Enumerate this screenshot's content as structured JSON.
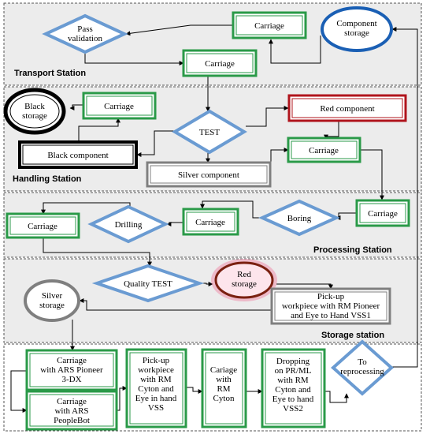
{
  "stations": {
    "transport": "Transport Station",
    "handling": "Handling Station",
    "processing": "Processing Station",
    "storage": "Storage station"
  },
  "nodes": {
    "pass_validation": [
      "Pass",
      "validation"
    ],
    "carriage_t1": "Carriage",
    "carriage_t2": "Carriage",
    "component_storage": [
      "Component",
      "storage"
    ],
    "black_storage": [
      "Black",
      "storage"
    ],
    "carriage_h1": "Carriage",
    "test": "TEST",
    "red_component": "Red component",
    "black_component": "Black component",
    "carriage_h2": "Carriage",
    "silver_component": "Silver component",
    "carriage_p1": "Carriage",
    "drilling": "Drilling",
    "carriage_p2": "Carriage",
    "boring": "Boring",
    "carriage_p3": "Carriage",
    "quality_test": "Quality TEST",
    "red_storage": [
      "Red",
      "storage"
    ],
    "silver_storage": [
      "Silver",
      "storage"
    ],
    "pickup_vss1": [
      "Pick-up",
      "workpiece with RM Pioneer",
      "and Eye to Hand VSS1"
    ],
    "carriage_ars_pioneer": [
      "Carriage",
      "with ARS Pioneer",
      "3-DX"
    ],
    "carriage_ars_peoplebot": [
      "Carriage",
      "with ARS",
      "PeopleBot"
    ],
    "pickup_vss": [
      "Pick-up",
      "workpiece",
      "with RM",
      "Cyton and",
      "Eye in hand",
      "VSS"
    ],
    "cariage_cyton": [
      "Cariage",
      "with",
      "RM",
      "Cyton"
    ],
    "dropping_vss2": [
      "Dropping",
      "on PR/ML",
      "with RM",
      "Cyton and",
      "Eye to hand",
      "VSS2"
    ],
    "to_reprocessing": [
      "To",
      "reprocessing"
    ]
  },
  "colors": {
    "green": "#2a9a48",
    "blue": "#6a9bd2",
    "dark_blue": "#1a5fb4",
    "red": "#b0141c",
    "gray": "#7f7f7f",
    "black": "#000000",
    "panel": "#ececec",
    "red_fill": "#fde5ec",
    "red_glow": "#ef7fa0",
    "red_ring": "#7a2010"
  }
}
